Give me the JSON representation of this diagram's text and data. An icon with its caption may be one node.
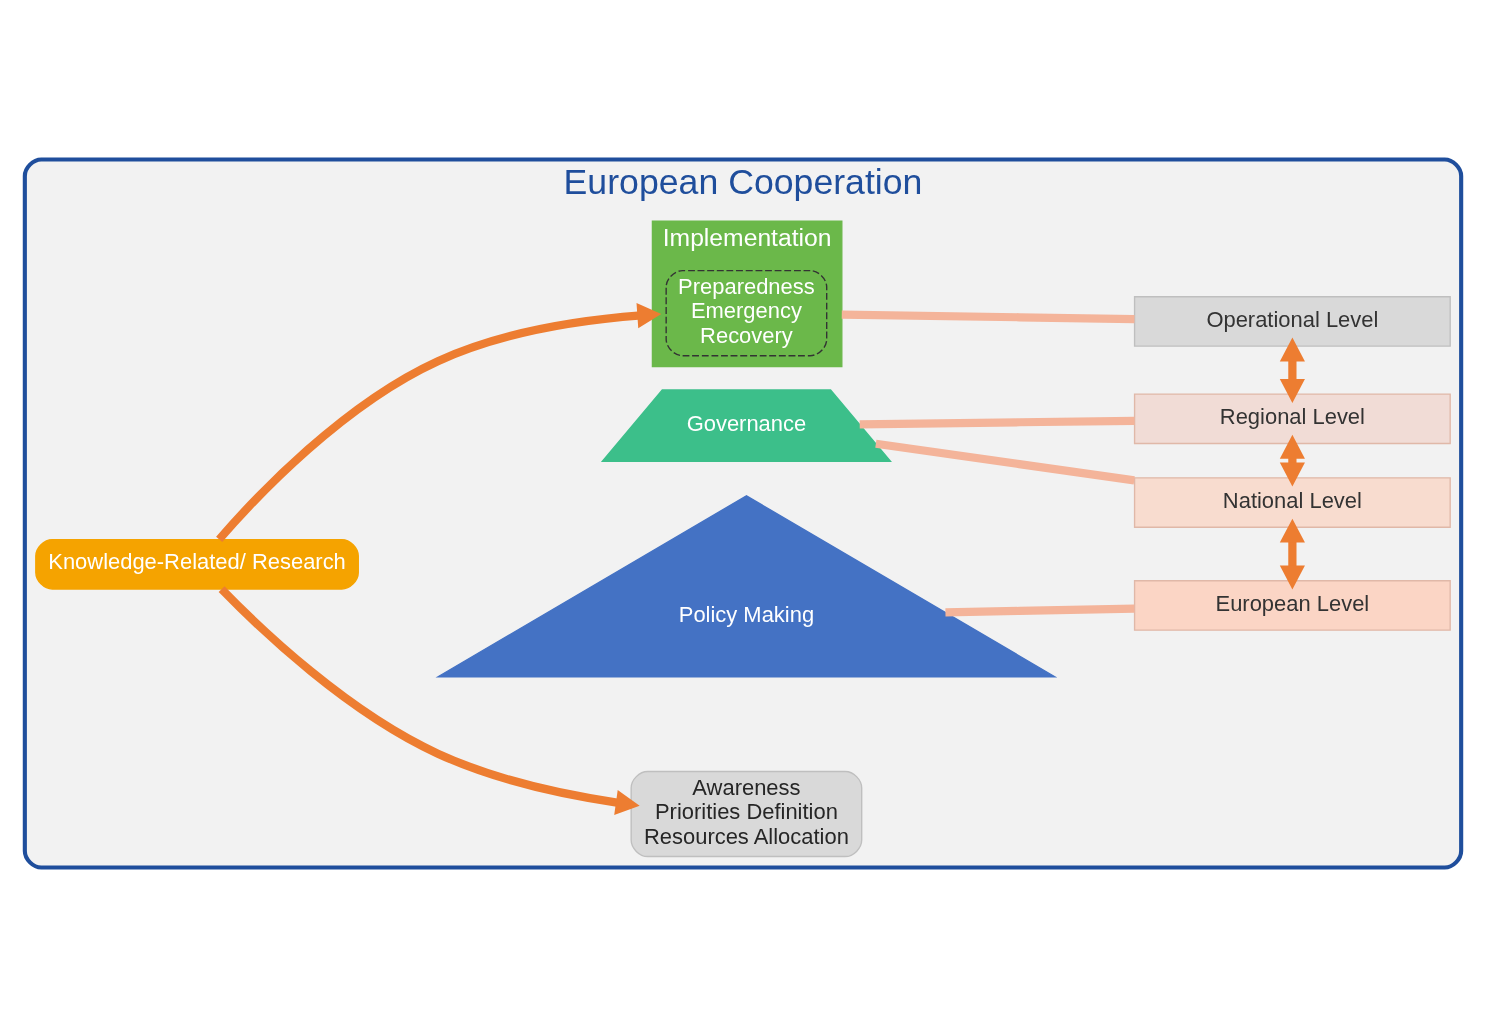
{
  "diagram": {
    "nodes": [
      {
        "text": [
          "European Cooperation"
        ]
      },
      {
        "text": [
          "Awareness",
          "Priorities Definition",
          "Resources Allocation"
        ],
        "in": 0
      },
      {
        "text": [
          "Policy Making"
        ],
        "in": 0
      },
      {
        "text": [
          "Governance"
        ],
        "in": 0
      },
      {
        "text": [
          "Implementation"
        ],
        "in": 0
      },
      {
        "text": [
          "Preparedness",
          "Emergency",
          "Recovery"
        ],
        "in": 4
      },
      {
        "text": [
          "Knowledge-Related/ Research"
        ],
        "in": 0
      },
      {
        "text": [
          "European Level"
        ],
        "in": 0
      },
      {
        "text": [
          "National Level"
        ],
        "in": 0
      },
      {
        "text": [
          "Regional Level"
        ],
        "in": 0
      },
      {
        "text": [
          "Operational Level"
        ],
        "in": 0
      }
    ],
    "edges": [
      {
        "from": 6,
        "to": 1,
        "arrow": "to"
      },
      {
        "from": 6,
        "to": 4,
        "arrow": "to"
      },
      {
        "from": 2,
        "to": 7,
        "arrow": "none",
        "color": "#f4b49a"
      },
      {
        "from": 3,
        "to": 8,
        "arrow": "none",
        "color": "#f4b49a"
      },
      {
        "from": 3,
        "to": 9,
        "arrow": "none",
        "color": "#f4b49a"
      },
      {
        "from": 4,
        "to": 10,
        "arrow": "none",
        "color": "#f4b49a"
      },
      {
        "from": 7,
        "to": 8,
        "arrow": "both"
      },
      {
        "from": 8,
        "to": 9,
        "arrow": "both"
      },
      {
        "from": 9,
        "to": 10,
        "arrow": "both"
      }
    ]
  }
}
